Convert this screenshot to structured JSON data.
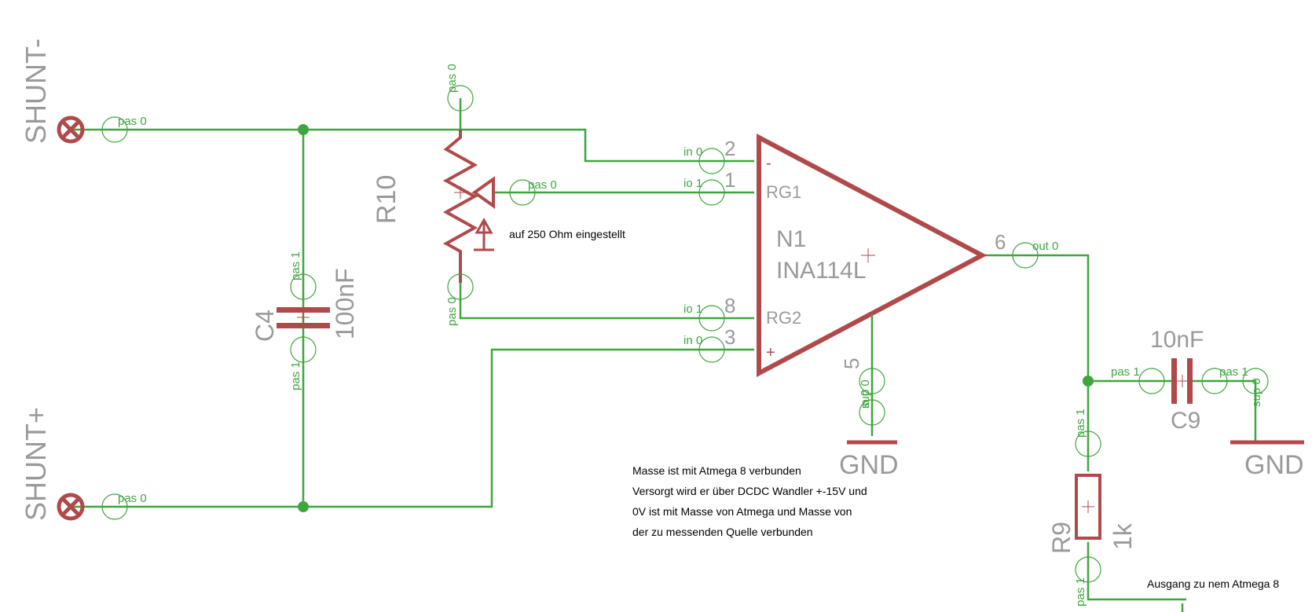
{
  "shunt_minus": {
    "name": "SHUNT-",
    "pin": "pas 0"
  },
  "shunt_plus": {
    "name": "SHUNT+",
    "pin": "pas 0"
  },
  "c4": {
    "name": "C4",
    "value": "100nF",
    "pin_top": "pas 1",
    "pin_bottom": "pas 1"
  },
  "r10": {
    "name": "R10",
    "pin_top": "pas 0",
    "pin_wiper": "pas 0",
    "pin_bottom": "pas 0",
    "note": "auf 250 Ohm eingestellt"
  },
  "n1": {
    "name": "N1",
    "value": "INA114L",
    "pins": {
      "in_minus": {
        "num": "2",
        "label": "in 0",
        "sign": "-"
      },
      "rg1": {
        "num": "1",
        "label": "io 1",
        "name": "RG1"
      },
      "rg2": {
        "num": "8",
        "label": "io 1",
        "name": "RG2"
      },
      "in_plus": {
        "num": "3",
        "label": "in 0",
        "sign": "+"
      },
      "out": {
        "num": "6",
        "label": "out 0"
      },
      "sup": {
        "num": "5",
        "label_a": "sup 0",
        "label_b": "io 0"
      }
    }
  },
  "gnd_labels": [
    "GND",
    "GND"
  ],
  "c9": {
    "name": "C9",
    "value": "10nF",
    "pin_left": "pas 1",
    "pin_right": "pas 1",
    "gnd_pin": "sup 0"
  },
  "r9": {
    "name": "R9",
    "value": "1k",
    "pin_top": "pas 1",
    "pin_bottom": "pas 1"
  },
  "notes": {
    "info": [
      "Masse ist mit Atmega 8 verbunden",
      "Versorgt wird er über DCDC Wandler +-15V und",
      "0V ist mit Masse von Atmega und Masse von",
      "der zu messenden Quelle verbunden"
    ],
    "output": "Ausgang zu nem Atmega 8"
  },
  "colors": {
    "wire": "#3fa63f",
    "symbol": "#b04a4a",
    "label": "#9a9a9a",
    "note": "#000000"
  }
}
